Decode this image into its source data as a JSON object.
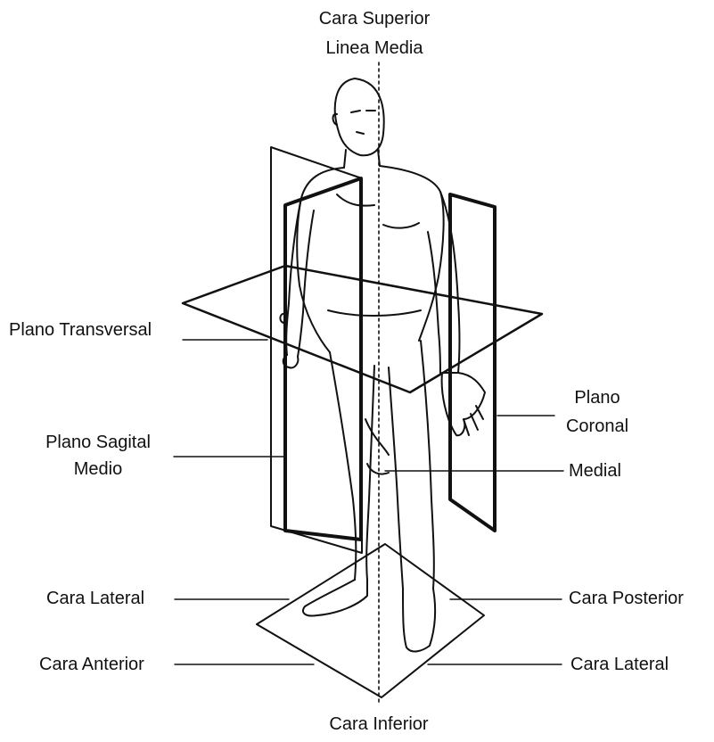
{
  "labels": {
    "top_line1": "Cara Superior",
    "top_line2": "Linea Media",
    "transversal": "Plano Transversal",
    "coronal_line1": "Plano",
    "coronal_line2": "Coronal",
    "sagital_line1": "Plano Sagital",
    "sagital_line2": "Medio",
    "medial": "Medial",
    "lateral_left": "Cara Lateral",
    "posterior": "Cara Posterior",
    "anterior": "Cara Anterior",
    "lateral_right": "Cara Lateral",
    "inferior": "Cara Inferior"
  },
  "colors": {
    "ink": "#111111",
    "background": "#ffffff"
  }
}
